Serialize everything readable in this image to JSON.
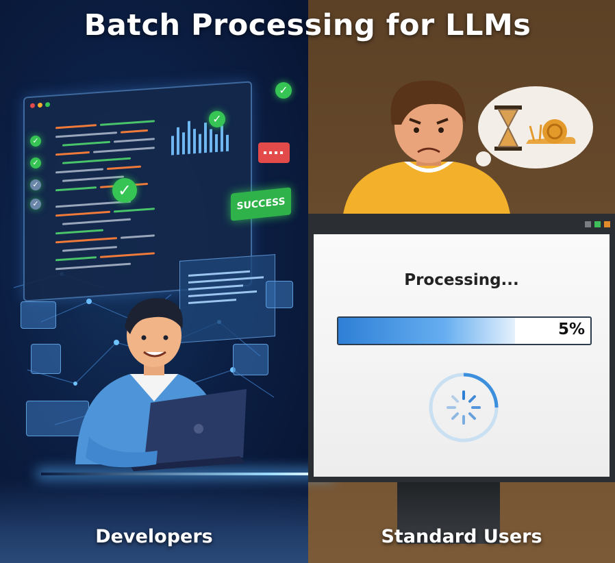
{
  "title": "Batch Processing for LLMs",
  "left_panel": {
    "caption": "Developers",
    "badge_text": "SUCCESS"
  },
  "right_panel": {
    "caption": "Standard Users",
    "status_text": "Processing...",
    "progress_percent": 5,
    "progress_label": "5%"
  },
  "colors": {
    "left_bg": "#0c1f44",
    "right_bg": "#6f4f2f",
    "success_green": "#2fb24a",
    "progress_blue": "#2e7fd6",
    "shirt_yellow": "#f2b02b",
    "shirt_blue": "#4d95d8"
  },
  "icons": [
    "hourglass-icon",
    "snail-icon",
    "checkmark-icon",
    "spinner-icon",
    "laptop-icon"
  ]
}
